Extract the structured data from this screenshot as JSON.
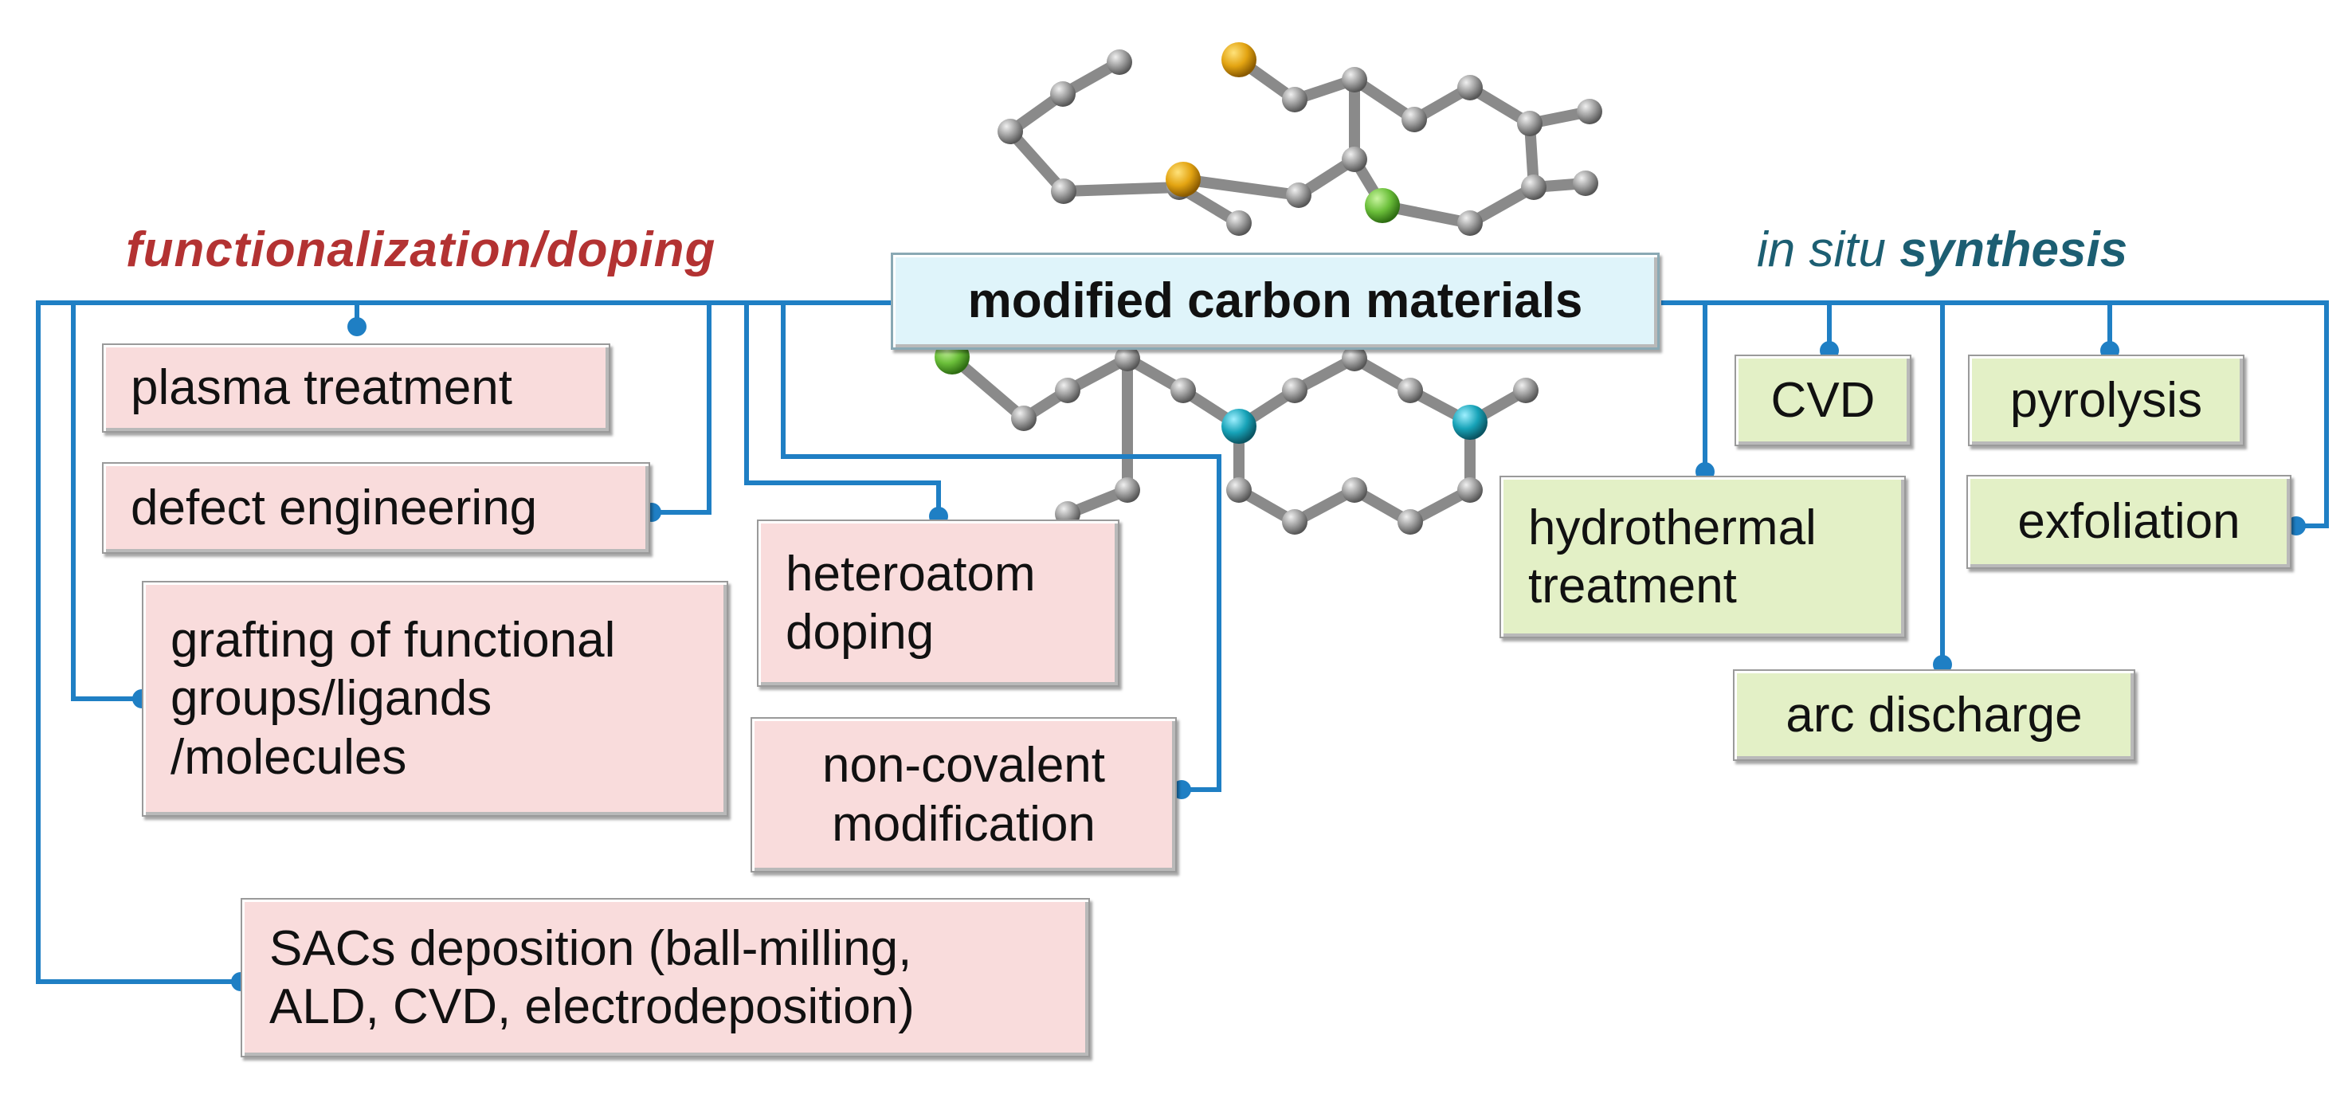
{
  "center": {
    "label": "modified carbon materials"
  },
  "headings": {
    "left": "functionalization/doping",
    "right_prefix": "in situ",
    "right_bold": "synthesis"
  },
  "left_boxes": [
    {
      "id": "plasma",
      "lines": [
        "plasma treatment"
      ]
    },
    {
      "id": "defect",
      "lines": [
        "defect engineering"
      ]
    },
    {
      "id": "grafting",
      "lines": [
        "grafting of functional",
        "groups/ligands",
        "/molecules"
      ]
    },
    {
      "id": "heteroatom",
      "lines": [
        "heteroatom",
        "doping"
      ]
    },
    {
      "id": "noncovalent",
      "lines": [
        "non-covalent",
        "modification"
      ]
    },
    {
      "id": "sacs",
      "lines": [
        "SACs deposition (ball-milling,",
        "ALD, CVD, electrodeposition)"
      ]
    }
  ],
  "right_boxes": [
    {
      "id": "cvd",
      "lines": [
        "CVD"
      ]
    },
    {
      "id": "pyrolysis",
      "lines": [
        "pyrolysis"
      ]
    },
    {
      "id": "hydrothermal",
      "lines": [
        "hydrothermal",
        "treatment"
      ]
    },
    {
      "id": "exfoliation",
      "lines": [
        "exfoliation"
      ]
    },
    {
      "id": "arc",
      "lines": [
        "arc discharge"
      ]
    }
  ],
  "colors": {
    "connector": "#1f7fc4",
    "left_box_fill": "#f9dcdc",
    "right_box_fill": "#e3f0c6",
    "center_fill": "#dff4fa",
    "left_heading": "#b33232",
    "right_heading": "#1c5e72",
    "atom_carbon": "#9c9c9c",
    "atom_yellow": "#e3a412",
    "atom_green": "#6bbf3a",
    "atom_cyan": "#17a3b8"
  }
}
